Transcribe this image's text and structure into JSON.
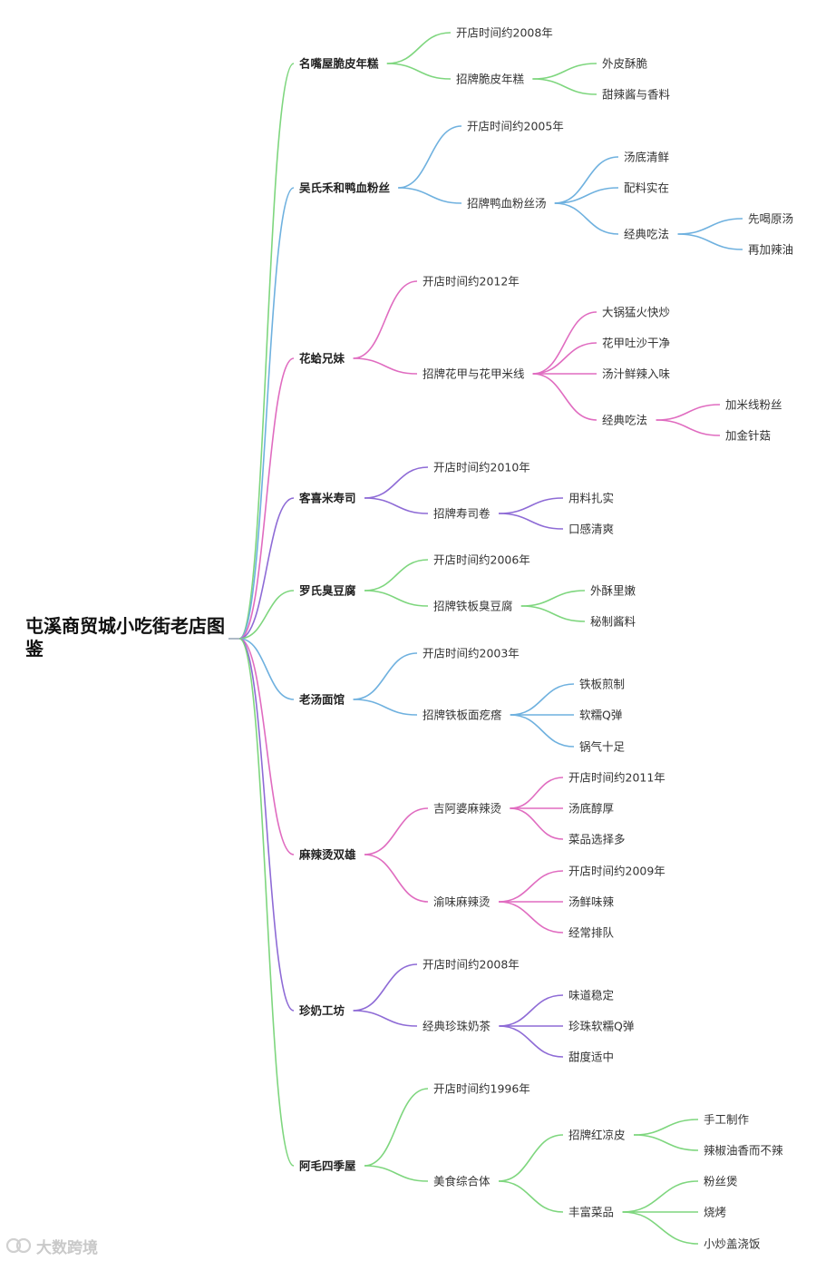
{
  "title": "屯溪商贸城小吃街老店图鉴",
  "watermark": "大数跨境",
  "colors": {
    "green": "#7ed67e",
    "blue": "#6fb1df",
    "pink": "#e06cc0",
    "purple": "#8e6bd6"
  },
  "branches": [
    {
      "label": "名嘴屋脆皮年糕",
      "color": "green",
      "children": [
        {
          "label": "开店时间约2008年"
        },
        {
          "label": "招牌脆皮年糕",
          "children": [
            {
              "label": "外皮酥脆"
            },
            {
              "label": "甜辣酱与香料"
            }
          ]
        }
      ]
    },
    {
      "label": "吴氏禾和鸭血粉丝",
      "color": "blue",
      "children": [
        {
          "label": "开店时间约2005年"
        },
        {
          "label": "招牌鸭血粉丝汤",
          "children": [
            {
              "label": "汤底清鲜"
            },
            {
              "label": "配料实在"
            },
            {
              "label": "经典吃法",
              "children": [
                {
                  "label": "先喝原汤"
                },
                {
                  "label": "再加辣油"
                }
              ]
            }
          ]
        }
      ]
    },
    {
      "label": "花蛤兄妹",
      "color": "pink",
      "children": [
        {
          "label": "开店时间约2012年"
        },
        {
          "label": "招牌花甲与花甲米线",
          "children": [
            {
              "label": "大锅猛火快炒"
            },
            {
              "label": "花甲吐沙干净"
            },
            {
              "label": "汤汁鲜辣入味"
            },
            {
              "label": "经典吃法",
              "children": [
                {
                  "label": "加米线粉丝"
                },
                {
                  "label": "加金针菇"
                }
              ]
            }
          ]
        }
      ]
    },
    {
      "label": "客喜米寿司",
      "color": "purple",
      "children": [
        {
          "label": "开店时间约2010年"
        },
        {
          "label": "招牌寿司卷",
          "children": [
            {
              "label": "用料扎实"
            },
            {
              "label": "口感清爽"
            }
          ]
        }
      ]
    },
    {
      "label": "罗氏臭豆腐",
      "color": "green",
      "children": [
        {
          "label": "开店时间约2006年"
        },
        {
          "label": "招牌铁板臭豆腐",
          "children": [
            {
              "label": "外酥里嫩"
            },
            {
              "label": "秘制酱料"
            }
          ]
        }
      ]
    },
    {
      "label": "老汤面馆",
      "color": "blue",
      "children": [
        {
          "label": "开店时间约2003年"
        },
        {
          "label": "招牌铁板面疙瘩",
          "children": [
            {
              "label": "铁板煎制"
            },
            {
              "label": "软糯Q弹"
            },
            {
              "label": "锅气十足"
            }
          ]
        }
      ]
    },
    {
      "label": "麻辣烫双雄",
      "color": "pink",
      "children": [
        {
          "label": "吉阿婆麻辣烫",
          "children": [
            {
              "label": "开店时间约2011年"
            },
            {
              "label": "汤底醇厚"
            },
            {
              "label": "菜品选择多"
            }
          ]
        },
        {
          "label": "渝味麻辣烫",
          "children": [
            {
              "label": "开店时间约2009年"
            },
            {
              "label": "汤鲜味辣"
            },
            {
              "label": "经常排队"
            }
          ]
        }
      ]
    },
    {
      "label": "珍奶工坊",
      "color": "purple",
      "children": [
        {
          "label": "开店时间约2008年"
        },
        {
          "label": "经典珍珠奶茶",
          "children": [
            {
              "label": "味道稳定"
            },
            {
              "label": "珍珠软糯Q弹"
            },
            {
              "label": "甜度适中"
            }
          ]
        }
      ]
    },
    {
      "label": "阿毛四季屋",
      "color": "green",
      "children": [
        {
          "label": "开店时间约1996年"
        },
        {
          "label": "美食综合体",
          "children": [
            {
              "label": "招牌红凉皮",
              "children": [
                {
                  "label": "手工制作"
                },
                {
                  "label": "辣椒油香而不辣"
                }
              ]
            },
            {
              "label": "丰富菜品",
              "children": [
                {
                  "label": "粉丝煲"
                },
                {
                  "label": "烧烤"
                },
                {
                  "label": "小炒盖浇饭"
                }
              ]
            }
          ]
        }
      ]
    }
  ]
}
